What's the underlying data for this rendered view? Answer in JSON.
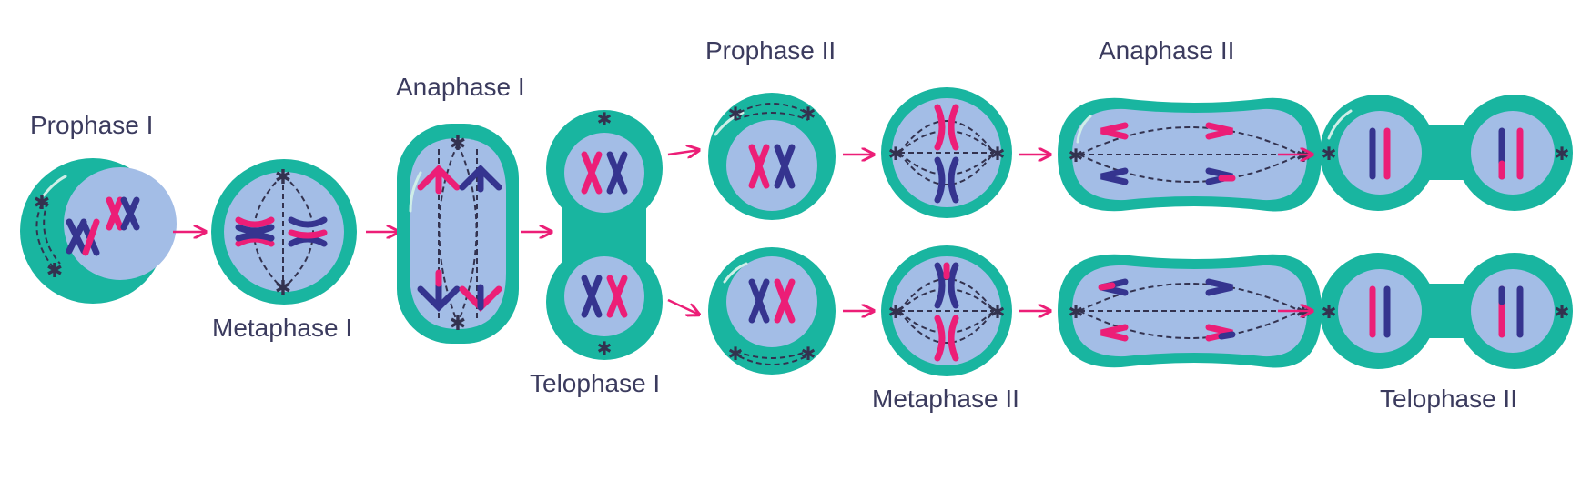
{
  "colors": {
    "membrane": "#19b5a0",
    "cytoplasm": "#a3bde6",
    "chromosome_blue": "#35348f",
    "chromosome_pink": "#ec1e77",
    "arrow": "#ec1e77",
    "label": "#3b3b5e"
  },
  "labels": {
    "prophase1": "Prophase I",
    "metaphase1": "Metaphase I",
    "anaphase1": "Anaphase I",
    "telophase1": "Telophase I",
    "prophase2": "Prophase II",
    "metaphase2": "Metaphase II",
    "anaphase2": "Anaphase II",
    "telophase2": "Telophase II"
  },
  "icons": [
    "centrosome-icon",
    "arrow-right-icon",
    "chromosome-icon"
  ]
}
